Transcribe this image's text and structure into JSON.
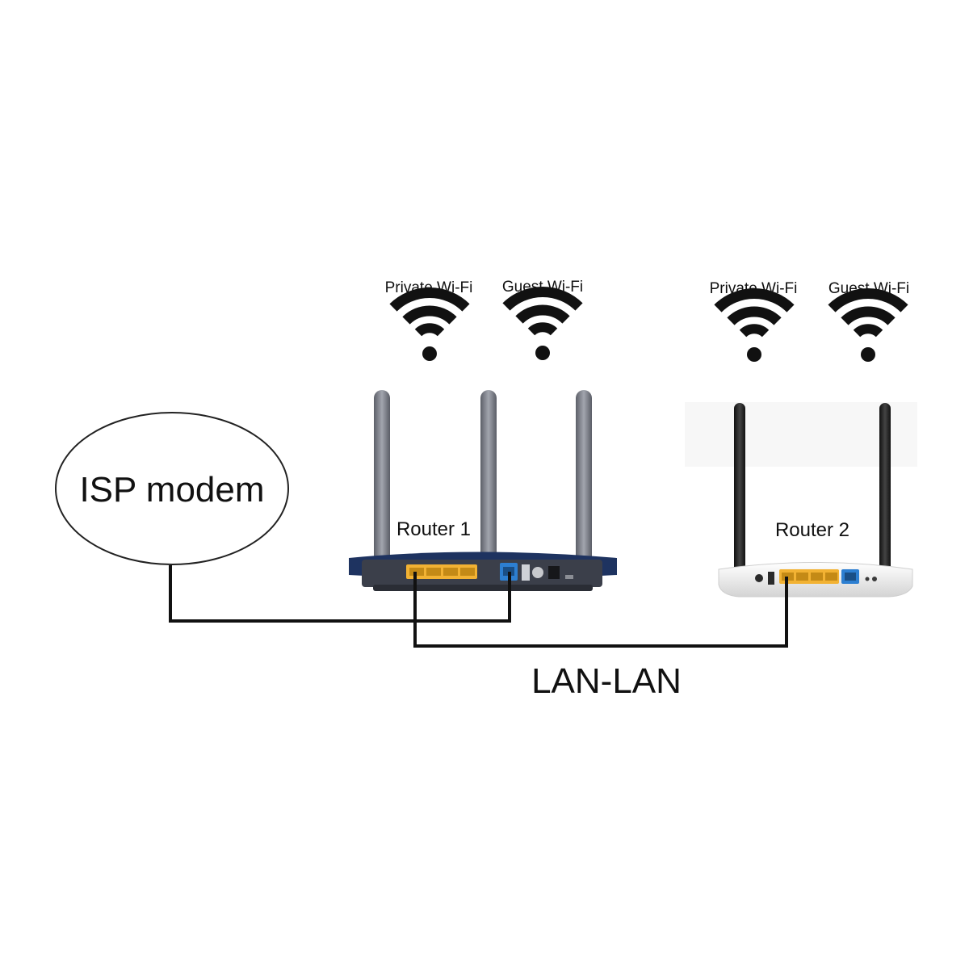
{
  "modem": {
    "label": "ISP modem"
  },
  "router1": {
    "label": "Router 1",
    "wifi": [
      {
        "label": "Private Wi-Fi",
        "icon": "wifi-icon"
      },
      {
        "label": "Guest Wi-Fi",
        "icon": "wifi-icon"
      }
    ],
    "body_color": "#1e3360",
    "lan_port_color": "#f2b233",
    "wan_port_color": "#2d7fd1"
  },
  "router2": {
    "label": "Router 2",
    "wifi": [
      {
        "label": "Private Wi-Fi",
        "icon": "wifi-icon"
      },
      {
        "label": "Guest Wi-Fi",
        "icon": "wifi-icon"
      }
    ],
    "body_color": "#f2f2f2",
    "lan_port_color": "#f2b233",
    "wan_port_color": "#2d7fd1"
  },
  "link": {
    "label": "LAN-LAN"
  }
}
